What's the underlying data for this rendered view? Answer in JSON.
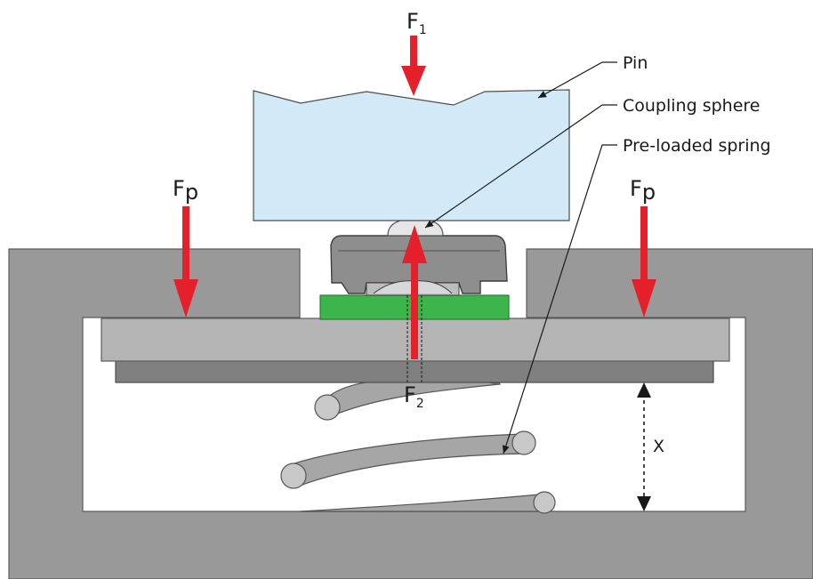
{
  "labels": {
    "pin": "Pin",
    "coupling_sphere": "Coupling sphere",
    "preloaded_spring": "Pre-loaded spring",
    "x": "X"
  },
  "forces": {
    "f1": {
      "base": "F",
      "sub": "1"
    },
    "f2": {
      "base": "F",
      "sub": "2"
    },
    "fp_left": {
      "base": "F",
      "sub": "p"
    },
    "fp_right": {
      "base": "F",
      "sub": "p"
    }
  },
  "colors": {
    "housing": "#999999",
    "housing_edge": "#5a5a5a",
    "pin": "#d2e9f7",
    "plate": "#b4b4b4",
    "base_plate": "#808080",
    "pcb": "#3cb54a",
    "sensor": "#8e8e8e",
    "spring": "#a6a6a6",
    "force_arrow": "#e4202a",
    "line": "#1a1a1a"
  }
}
